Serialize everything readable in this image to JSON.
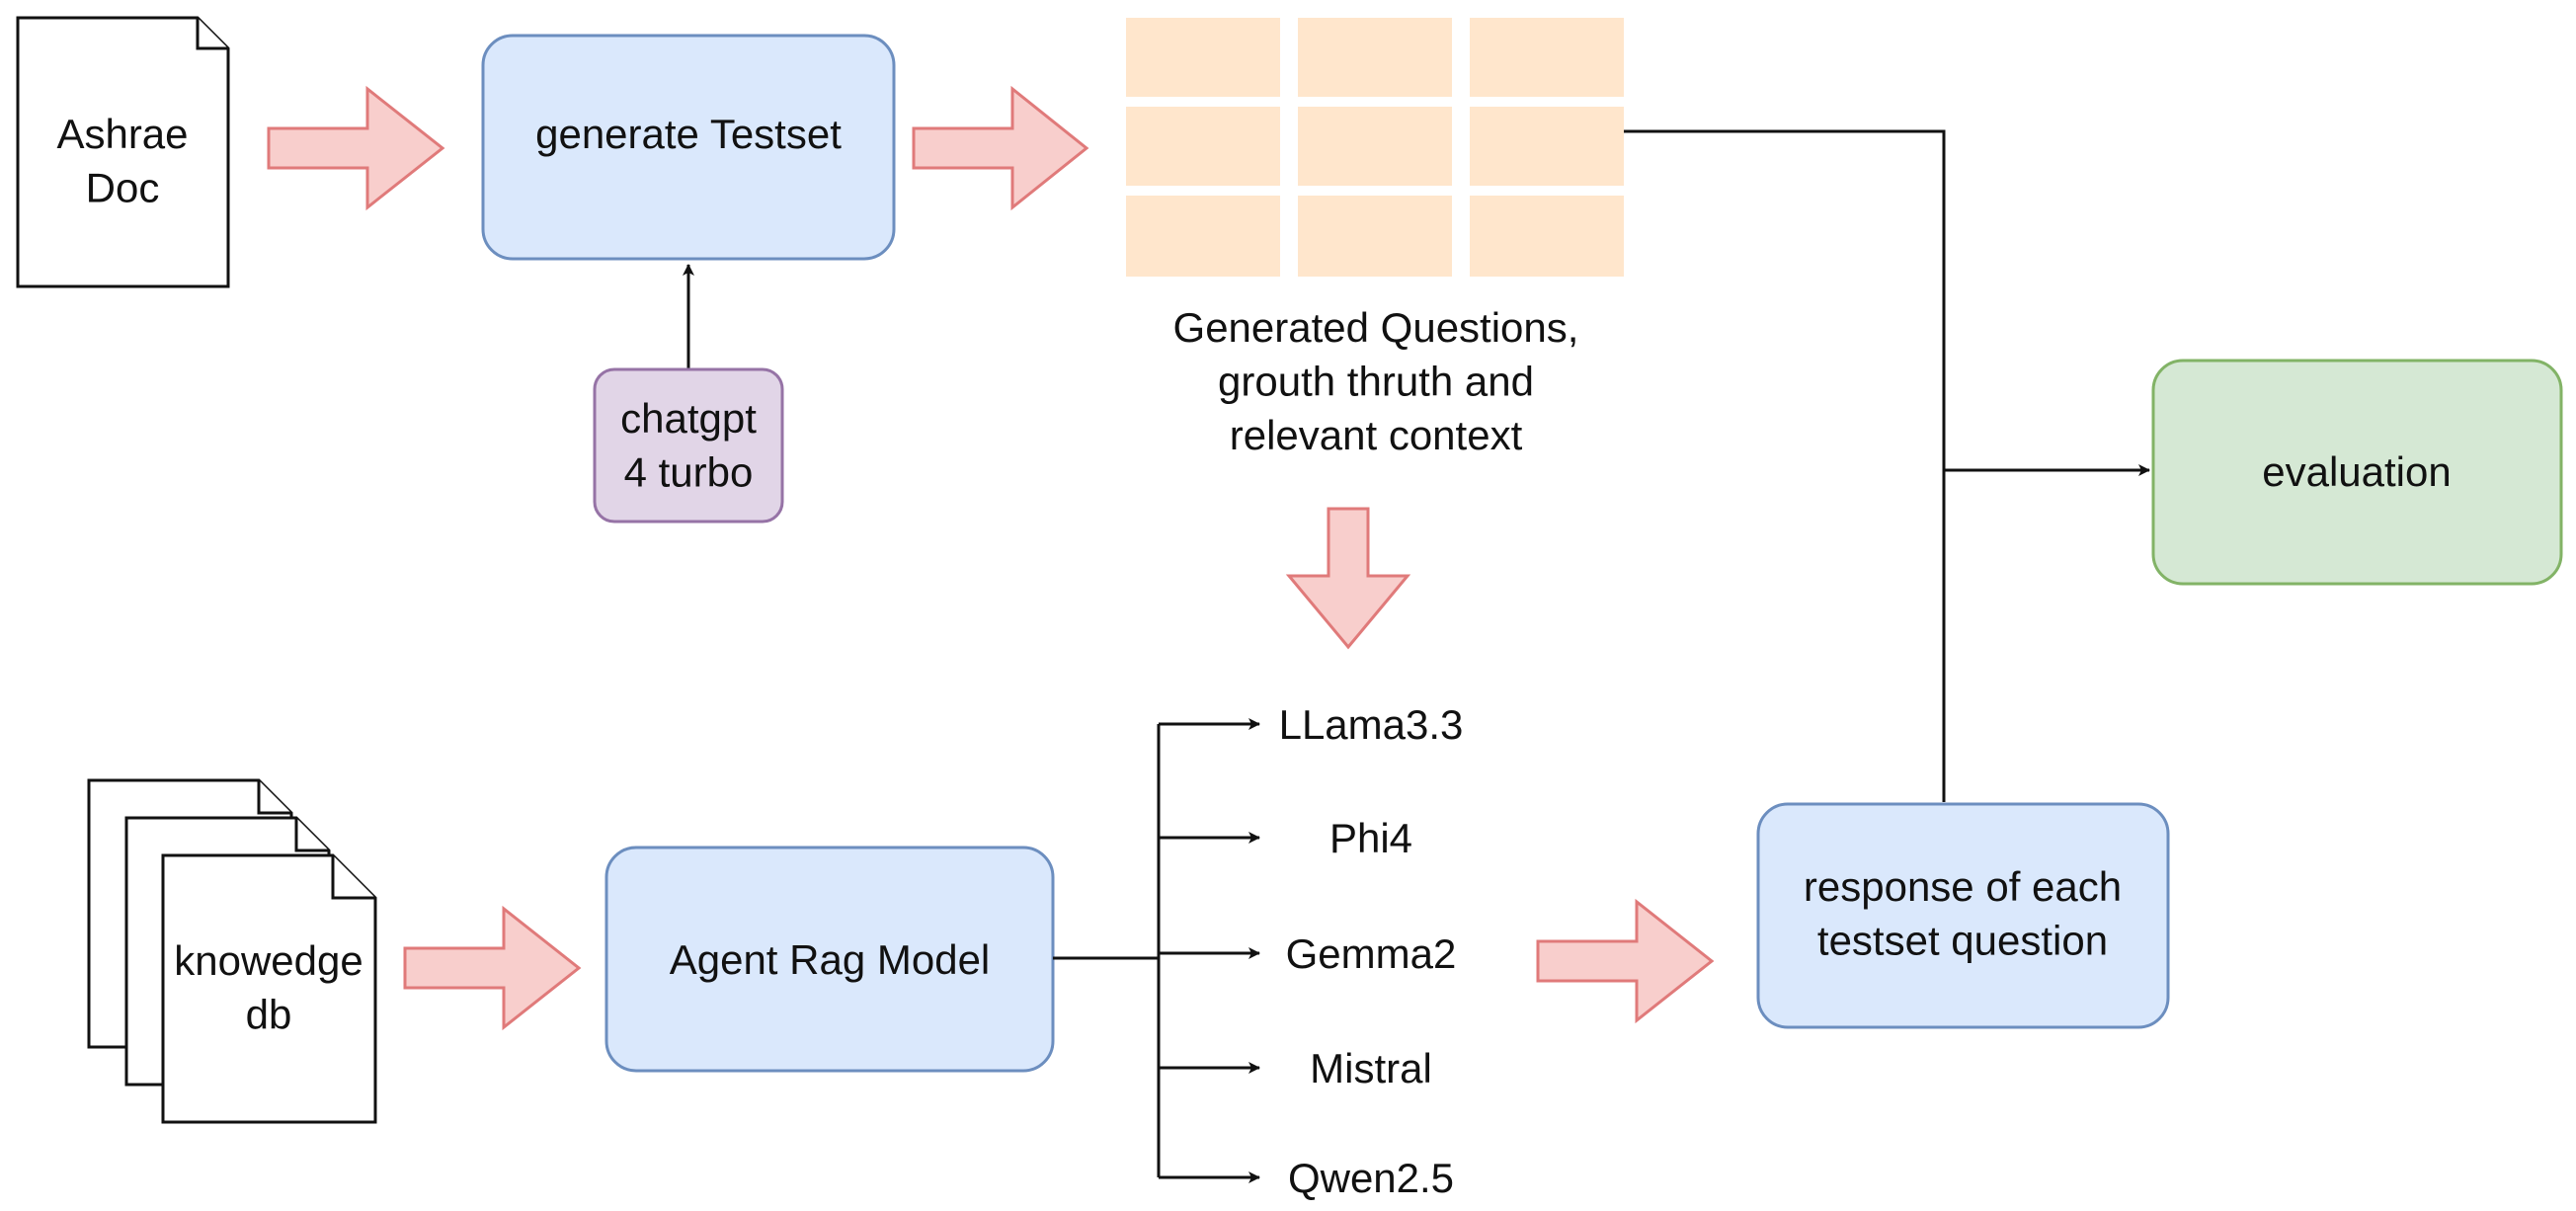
{
  "nodes": {
    "ashrae_doc": "Ashrae\nDoc",
    "generate_testset": "generate Testset",
    "chatgpt": "chatgpt\n4 turbo",
    "generated_caption": "Generated Questions,\ngrouth thruth and\nrelevant context",
    "evaluation": "evaluation",
    "knowledge_db": "knowedge\ndb",
    "agent_rag": "Agent Rag Model",
    "response": "response of each\ntestset question"
  },
  "models": [
    "LLama3.3",
    "Phi4",
    "Gemma2",
    "Mistral",
    "Qwen2.5"
  ],
  "colors": {
    "blue_fill": "#dae8fc",
    "blue_stroke": "#6c8ebf",
    "purple_fill": "#e1d5e7",
    "purple_stroke": "#9673a6",
    "green_fill": "#d5e8d4",
    "green_stroke": "#82b366",
    "arrow_fill": "#f8cecc",
    "arrow_stroke": "#e07a7a",
    "table_cell": "#ffe6cc"
  }
}
